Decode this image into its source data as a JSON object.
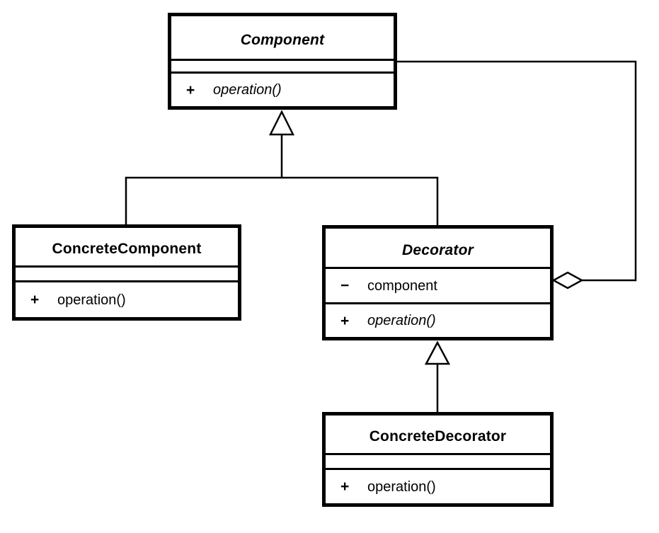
{
  "colors": {
    "background": "#ffffff",
    "line": "#000000",
    "box_fill": "#ffffff",
    "text": "#000000"
  },
  "classes": {
    "component": {
      "name": "Component",
      "abstract": true,
      "attributes": [],
      "methods": [
        {
          "visibility": "+",
          "signature": "operation()",
          "abstract": true
        }
      ]
    },
    "concrete_component": {
      "name": "ConcreteComponent",
      "abstract": false,
      "attributes": [],
      "methods": [
        {
          "visibility": "+",
          "signature": "operation()",
          "abstract": false
        }
      ]
    },
    "decorator": {
      "name": "Decorator",
      "abstract": true,
      "attributes": [
        {
          "visibility": "−",
          "name": "component"
        }
      ],
      "methods": [
        {
          "visibility": "+",
          "signature": "operation()",
          "abstract": true
        }
      ]
    },
    "concrete_decorator": {
      "name": "ConcreteDecorator",
      "abstract": false,
      "attributes": [],
      "methods": [
        {
          "visibility": "+",
          "signature": "operation()",
          "abstract": false
        }
      ]
    }
  },
  "relationships": [
    {
      "type": "generalization",
      "from": "ConcreteComponent",
      "to": "Component"
    },
    {
      "type": "generalization",
      "from": "Decorator",
      "to": "Component"
    },
    {
      "type": "generalization",
      "from": "ConcreteDecorator",
      "to": "Decorator"
    },
    {
      "type": "aggregation",
      "owner": "Decorator",
      "part": "Component"
    }
  ]
}
